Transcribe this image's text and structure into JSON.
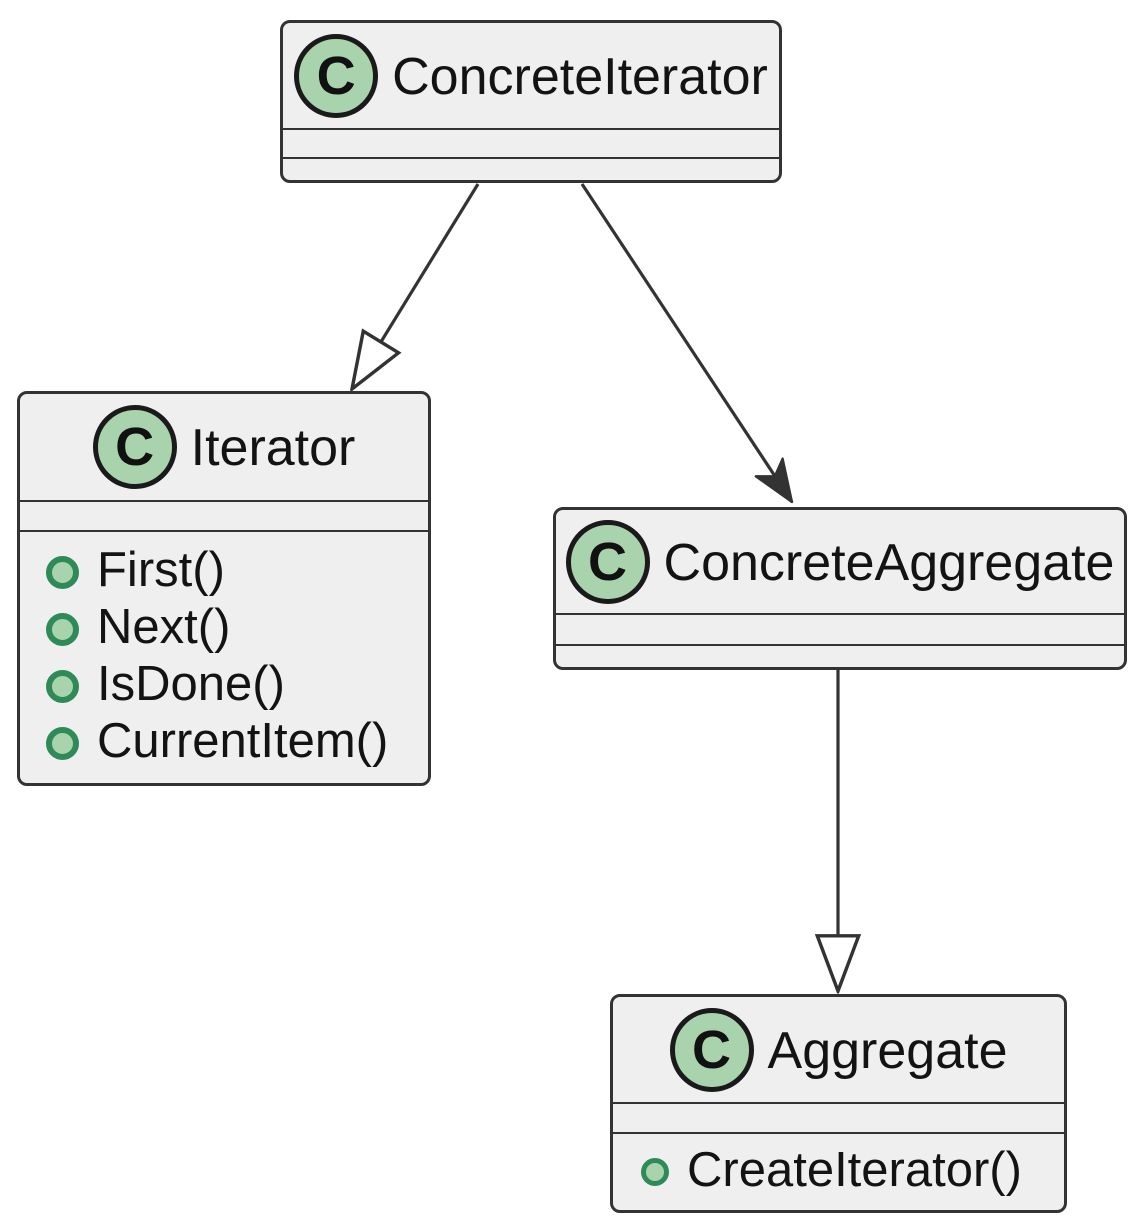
{
  "diagram": {
    "kind": "uml-class-diagram",
    "pattern": "Iterator",
    "icon_letter": "C",
    "classes": [
      {
        "name": "ConcreteIterator",
        "attributes": [],
        "methods": []
      },
      {
        "name": "Iterator",
        "attributes": [],
        "methods": [
          "First()",
          "Next()",
          "IsDone()",
          "CurrentItem()"
        ]
      },
      {
        "name": "ConcreteAggregate",
        "attributes": [],
        "methods": []
      },
      {
        "name": "Aggregate",
        "attributes": [],
        "methods": [
          "CreateIterator()"
        ]
      }
    ],
    "relations": [
      {
        "from": "ConcreteIterator",
        "to": "Iterator",
        "type": "inheritance",
        "arrowhead": "hollow-triangle"
      },
      {
        "from": "ConcreteIterator",
        "to": "ConcreteAggregate",
        "type": "association",
        "arrowhead": "filled-arrow"
      },
      {
        "from": "ConcreteAggregate",
        "to": "Aggregate",
        "type": "inheritance",
        "arrowhead": "hollow-triangle"
      }
    ],
    "colors": {
      "canvas": "#ffffff",
      "box_fill": "#efefef",
      "box_border": "#333333",
      "icon_fill": "#a9d3ac",
      "icon_border": "#1a1a1a",
      "bullet_stroke": "#2e8b57",
      "bullet_fill": "#a9d3ac",
      "edge_line": "#333333",
      "text": "#131313"
    }
  }
}
